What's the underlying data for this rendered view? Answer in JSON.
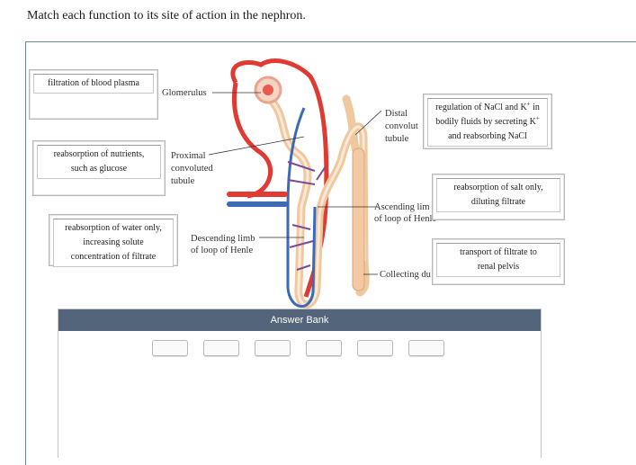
{
  "question": "Match each function to its site of action in the nephron.",
  "diagram_labels": {
    "glomerulus": "Glomerulus",
    "proximal_1": "Proximal",
    "proximal_2": "convoluted",
    "proximal_3": "tubule",
    "distal_1": "Distal",
    "distal_2": "convolut",
    "distal_3": "tubule",
    "ascending_1": "Ascending lim",
    "ascending_2": "of loop of Henle",
    "descending_1": "Descending limb",
    "descending_2": "of loop of Henle",
    "collecting": "Collecting du"
  },
  "cards": {
    "filtration": "filtration of blood plasma",
    "nutrients_1": "reabsorption of nutrients,",
    "nutrients_2": "such as glucose",
    "water_1": "reabsorption of water only,",
    "water_2": "increasing solute",
    "water_3": "concentration of filtrate",
    "regulation_1": "regulation of NaCl and K",
    "regulation_1_tail": " in",
    "regulation_2": "bodily fluids by secreting K",
    "regulation_3": "and reabsorbing NaCl",
    "salt_1": "reabsorption of salt only,",
    "salt_2": "diluting filtrate",
    "transport_1": "transport of filtrate to",
    "transport_2": "renal pelvis",
    "plus": "+"
  },
  "answer_bank": {
    "title": "Answer Bank",
    "slot_count": 6
  }
}
